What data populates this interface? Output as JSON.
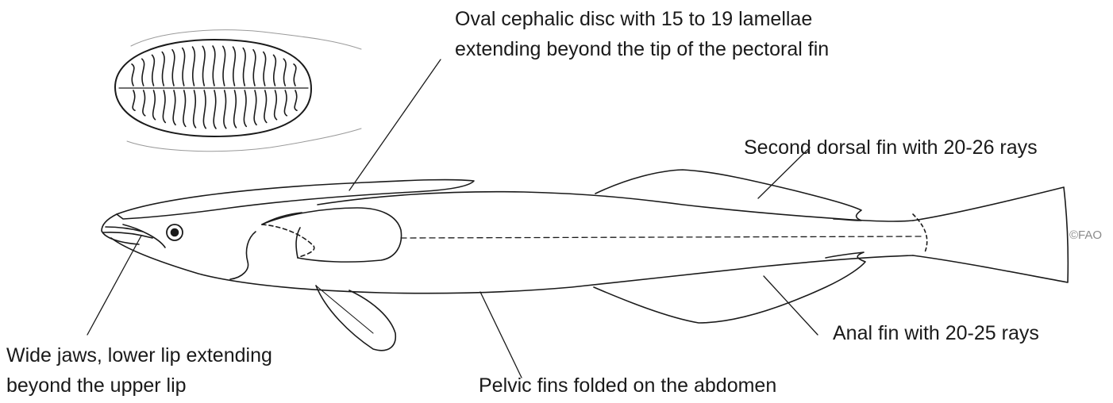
{
  "labels": {
    "disc_line1": "Oval cephalic disc with 15 to 19 lamellae",
    "disc_line2": "extending beyond the tip of the pectoral fin",
    "dorsal": "Second dorsal fin with 20-26 rays",
    "anal": "Anal fin with 20-25 rays",
    "jaws_line1": "Wide jaws, lower lip extending",
    "jaws_line2": "beyond the upper lip",
    "pelvic": "Pelvic fins folded on the abdomen"
  },
  "credit": "©FAO",
  "colors": {
    "line": "#1a1a1a",
    "background": "#ffffff",
    "credit": "#8a8a8a"
  }
}
